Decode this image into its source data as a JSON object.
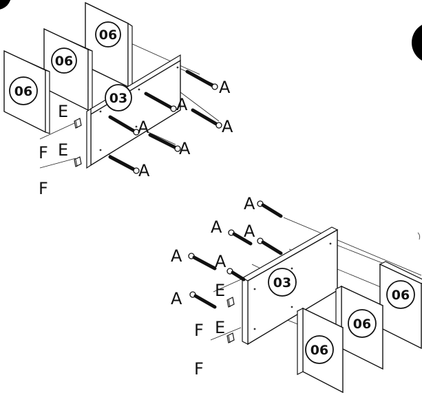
{
  "labels": {
    "panel_side": "06",
    "panel_main": "03",
    "screw": "A",
    "cam": "E",
    "dowel": "F"
  }
}
